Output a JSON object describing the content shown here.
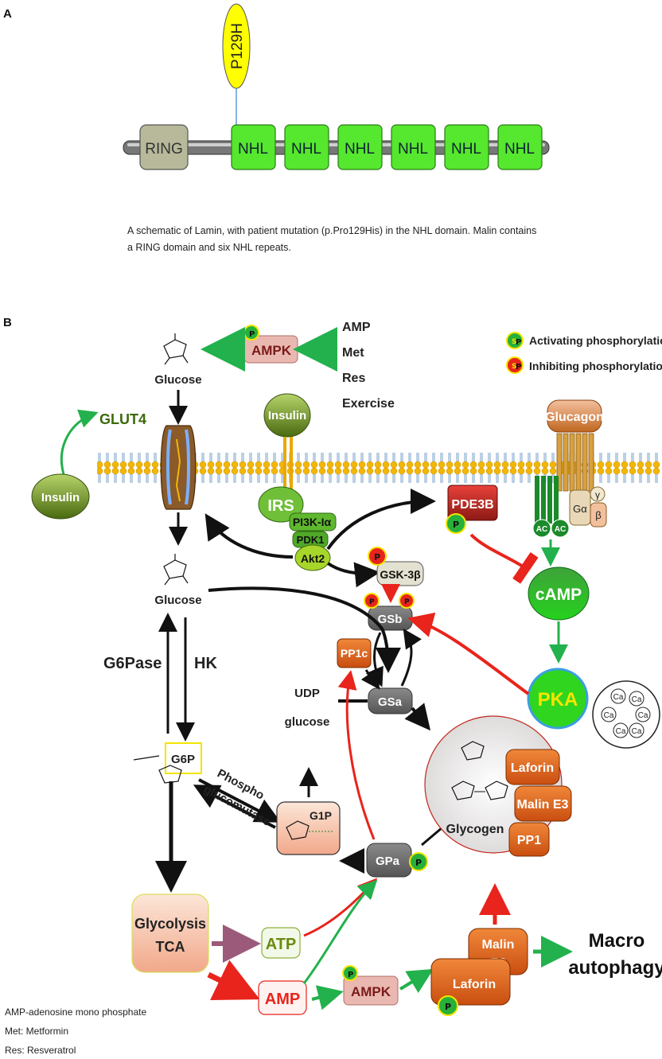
{
  "panel_a": {
    "letter": "A",
    "mutation": "P129H",
    "domains": [
      "RING",
      "NHL",
      "NHL",
      "NHL",
      "NHL",
      "NHL",
      "NHL"
    ],
    "caption_line1": "A schematic of Lamin, with patient mutation (p.Pro129His) in the NHL domain. Malin contains",
    "caption_line2": "a RING domain and six NHL repeats."
  },
  "panel_b": {
    "letter": "B",
    "legend": {
      "activating": "Activating phosphorylation",
      "inhibiting": "Inhibiting phosphorylation",
      "p_symbol": "P",
      "s_symbol": "S"
    },
    "activators": [
      "AMP",
      "Met",
      "Res",
      "Exercise"
    ],
    "footnotes": [
      "AMP-adenosine mono phosphate",
      "Met: Metformin",
      "Res: Resveratrol"
    ],
    "nodes": {
      "ampk": "AMPK",
      "glucose_top": "Glucose",
      "glut4": "GLUT4",
      "insulin_left": "Insulin",
      "insulin_receptor": "Insulin",
      "irs": "IRS",
      "pi3k": "PI3K-Iα",
      "pdk1": "PDK1",
      "akt2": "Akt2",
      "glucagon": "Glucagon",
      "g_alpha": "Gα",
      "g_gamma": "γ",
      "g_beta": "β",
      "ac": "AC",
      "pde3b": "PDE3B",
      "gsk3b": "GSK-3β",
      "gsb": "GSb",
      "camp": "cAMP",
      "pka": "PKA",
      "glucose_mid": "Glucose",
      "g6pase": "G6Pase",
      "hk": "HK",
      "pp1c": "PP1c",
      "udp_line1": "UDP",
      "udp_line2": "glucose",
      "gsa": "GSa",
      "g6p": "G6P",
      "phospho_line1": "Phospho",
      "phospho_line2": "glucomutase",
      "g1p": "G1P",
      "gpa": "GPa",
      "glycogen": "Glycogen",
      "laforin": "Laforin",
      "malin_e3": "Malin E3",
      "pp1": "PP1",
      "ca": "Ca",
      "glycolysis_line1": "Glycolysis",
      "glycolysis_line2": "TCA",
      "atp": "ATP",
      "amp": "AMP",
      "ampk_bottom": "AMPK",
      "malin_line1": "Malin",
      "malin_line2": "E3",
      "laforin_bottom": "Laforin",
      "macro_line1": "Macro",
      "macro_line2": "autophagy"
    },
    "colors": {
      "activating_arrow": "#22b14c",
      "inhibiting_arrow": "#e8241c",
      "flux_arrow": "#111111",
      "membrane_head": "#f2b705",
      "membrane_tail": "#7aa0c8"
    }
  }
}
